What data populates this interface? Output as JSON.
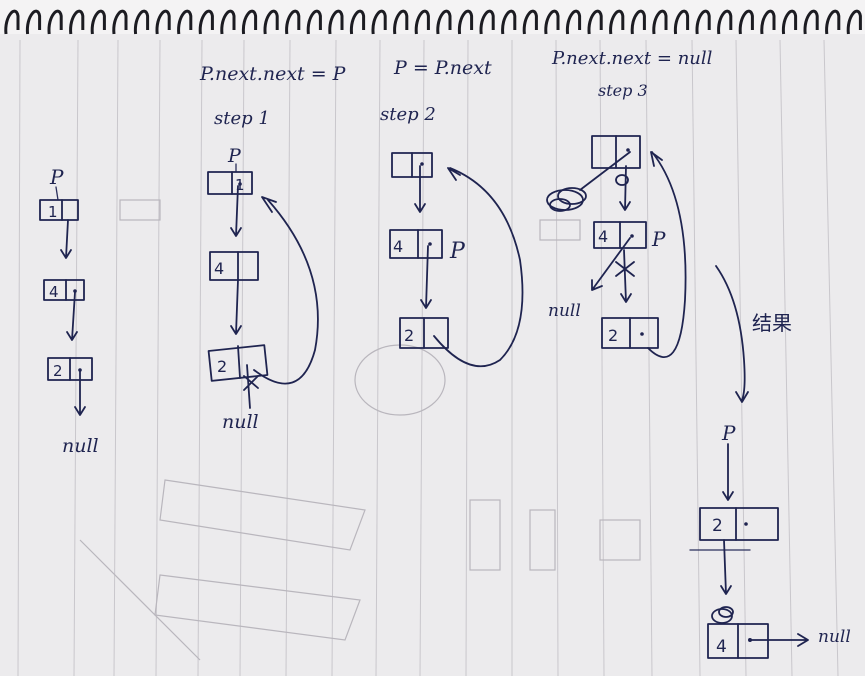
{
  "titles": {
    "step1_code": "P.next.next = P",
    "step2_code": "P = P.next",
    "step3_code": "P.next.next = null",
    "step1": "step 1",
    "step2": "step 2",
    "step3": "step 3",
    "result": "结果"
  },
  "labels": {
    "p": "P",
    "null": "null"
  },
  "nodes": {
    "one": "1",
    "four": "4",
    "two": "2"
  },
  "colors": {
    "paper": "#e9e7ea",
    "ink": "#1f2450",
    "ghost": "#b9b6bd"
  }
}
